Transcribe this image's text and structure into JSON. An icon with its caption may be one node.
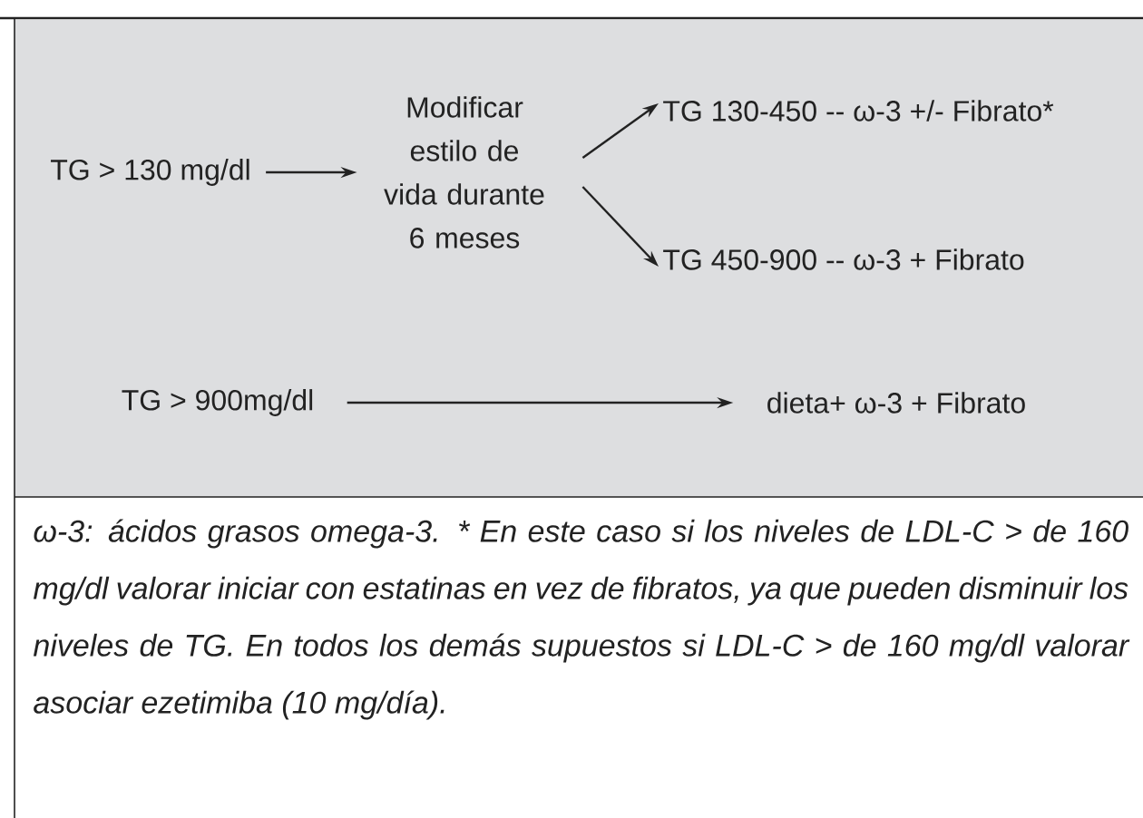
{
  "diagram": {
    "caption": "ω-3: ácidos grasos omega-3. * En este caso si los niveles de LDL-C > de 160 mg/dl valorar iniciar con estatinas en vez de fibratos, ya que pueden disminuir los niveles de TG. En todos los demás supuestos si LDL-C > de 160 mg/dl valorar asociar ezetimiba (10 mg/día).",
    "nodes": [
      {
        "text": [
          "TG > 130 mg/dl"
        ]
      },
      {
        "text": [
          "Modificar estilo de vida durante 6 meses"
        ]
      },
      {
        "text": [
          "TG 130-450 -- ω-3 +/- Fibrato*"
        ]
      },
      {
        "text": [
          "TG 450-900 -- ω-3 + Fibrato"
        ]
      },
      {
        "text": [
          "TG > 900mg/dl"
        ]
      },
      {
        "text": [
          "dieta+ ω-3 + Fibrato"
        ]
      }
    ],
    "edges": [
      {
        "from": 0,
        "to": 1,
        "arrow": "to"
      },
      {
        "from": 1,
        "to": 2,
        "arrow": "to"
      },
      {
        "from": 1,
        "to": 3,
        "arrow": "to"
      },
      {
        "from": 4,
        "to": 5,
        "arrow": "to"
      }
    ]
  }
}
